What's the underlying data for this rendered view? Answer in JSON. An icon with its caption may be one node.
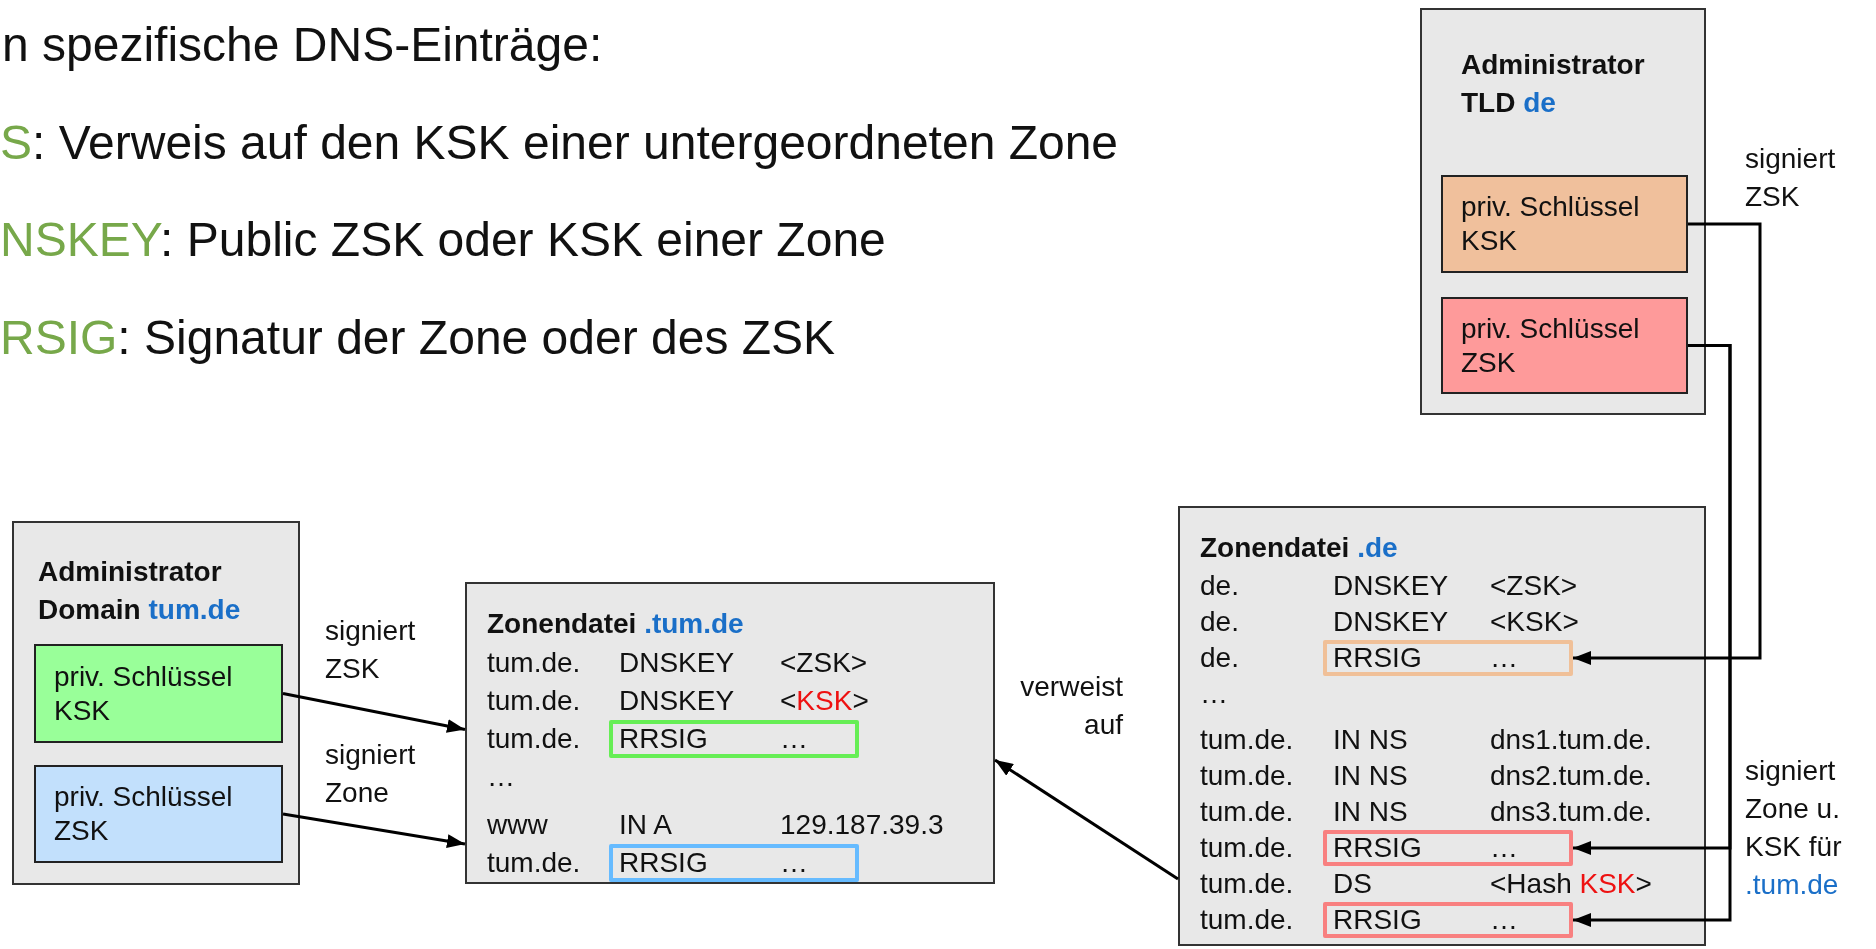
{
  "diagram": {
    "nodes": [
      {
        "text": [
          "Administrator TLD de"
        ]
      },
      {
        "text": [
          "priv. Schlüssel KSK"
        ],
        "in": 0
      },
      {
        "text": [
          "priv. Schlüssel ZSK"
        ],
        "in": 0
      },
      {
        "text": [
          "Administrator Domain tum.de"
        ]
      },
      {
        "text": [
          "priv. Schlüssel KSK"
        ],
        "in": 3
      },
      {
        "text": [
          "priv. Schlüssel ZSK"
        ],
        "in": 3
      },
      {
        "text": [
          "Zonendatei .tum.de",
          "tum.de. DNSKEY <ZSK>",
          "tum.de. DNSKEY <KSK>",
          "tum.de.",
          "…",
          "www IN A 129.187.39.3",
          "tum.de."
        ]
      },
      {
        "text": [
          "RRSIG …"
        ],
        "in": 6
      },
      {
        "text": [
          "RRSIG …"
        ],
        "in": 6
      },
      {
        "text": [
          "Zonendatei .de",
          "de. DNSKEY <ZSK>",
          "de. DNSKEY <KSK>",
          "de.",
          "…",
          "tum.de. IN NS dns1.tum.de.",
          "tum.de. IN NS dns2.tum.de.",
          "tum.de. IN NS dns3.tum.de.",
          "tum.de.",
          "tum.de. DS <Hash KSK>",
          "tum.de."
        ]
      },
      {
        "text": [
          "RRSIG …"
        ],
        "in": 9
      },
      {
        "text": [
          "RRSIG …"
        ],
        "in": 9
      },
      {
        "text": [
          "RRSIG …"
        ],
        "in": 9
      }
    ],
    "edges": [
      {
        "from": 4,
        "to": 6,
        "arrow": "to",
        "label": "signiert ZSK"
      },
      {
        "from": 5,
        "to": 6,
        "arrow": "to",
        "label": "signiert Zone"
      },
      {
        "from": 9,
        "to": 6,
        "arrow": "to",
        "label": "verweist auf"
      },
      {
        "from": 1,
        "to": 10,
        "arrow": "to",
        "label": "signiert ZSK"
      },
      {
        "from": 2,
        "to": 11,
        "arrow": "to"
      },
      {
        "from": 2,
        "to": 12,
        "arrow": "to",
        "label": "signiert Zone u. KSK für .tum.de"
      }
    ],
    "labels": [
      "n spezifische DNS-Einträge:",
      "S: Verweis auf den KSK einer untergeordneten Zone",
      "NSKEY: Public ZSK oder KSK einer Zone",
      "RSIG: Signatur der Zone oder des ZSK"
    ]
  }
}
